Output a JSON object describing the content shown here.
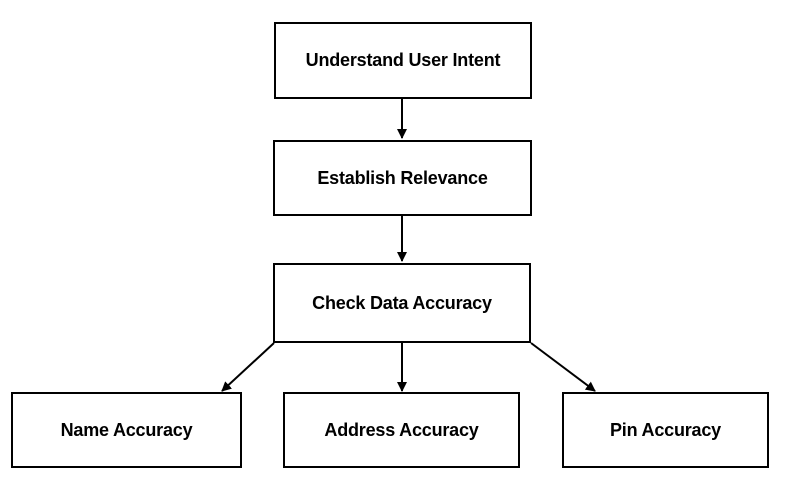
{
  "diagram": {
    "nodes": {
      "intent": "Understand User Intent",
      "relevance": "Establish Relevance",
      "check": "Check Data Accuracy",
      "name": "Name Accuracy",
      "address": "Address Accuracy",
      "pin": "Pin Accuracy"
    },
    "edges": [
      {
        "from": "intent",
        "to": "relevance"
      },
      {
        "from": "relevance",
        "to": "check"
      },
      {
        "from": "check",
        "to": "name"
      },
      {
        "from": "check",
        "to": "address"
      },
      {
        "from": "check",
        "to": "pin"
      }
    ]
  }
}
